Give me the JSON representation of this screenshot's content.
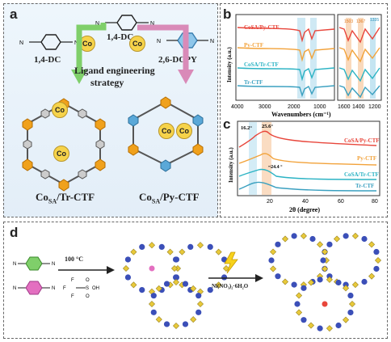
{
  "panel_a": {
    "label": "a",
    "ligand_top": "1,4-DC",
    "ligand_left": "1,4-DC",
    "ligand_right": "2,6-DCPY",
    "metal": "Co",
    "strategy_line1": "Ligand engineering",
    "strategy_line2": "strategy",
    "product_left": "Co",
    "product_left_sub": "SA",
    "product_left_rest": "/Tr-CTF",
    "product_right": "Co",
    "product_right_sub": "SA",
    "product_right_rest": "/Py-CTF"
  },
  "panel_b": {
    "label": "b",
    "series": [
      "CoSA/Py-CTF",
      "Py-CTF",
      "CoSA/Tr-CTF",
      "Tr-CTF"
    ],
    "series_colors": [
      "#e8463b",
      "#f2a23a",
      "#2bb3c4",
      "#3aa0c0"
    ],
    "xlabel": "Wavenumbers (cm⁻¹)",
    "ylabel": "Intensity (a.u.)",
    "x_ticks": [
      "4000",
      "3000",
      "2000",
      "1000"
    ],
    "inset_ticks": [
      "1600",
      "1400",
      "1200"
    ],
    "inset_labels": [
      "1503",
      "1367",
      "1335"
    ]
  },
  "panel_c": {
    "label": "c",
    "series": [
      "CoSA/Py-CTF",
      "Py-CTF",
      "CoSA/Tr-CTF",
      "Tr-CTF"
    ],
    "series_colors": [
      "#e8463b",
      "#f2a23a",
      "#2bb3c4",
      "#3aa0c0"
    ],
    "xlabel": "2θ (degree)",
    "ylabel": "Intensity (a.u.)",
    "x_ticks": [
      "20",
      "40",
      "60",
      "80"
    ],
    "peak1": "16.2°",
    "peak2": "25.6°",
    "peak3": "~24.4 °"
  },
  "panel_d": {
    "label": "d",
    "temp": "100 °C",
    "reagent": "Ni(NO₃)₂·6H₂O",
    "acid_label": "OH"
  },
  "colors": {
    "pyrimidine": "#f0a11c",
    "pyridine": "#5aa8d8",
    "metal": "#f6d34a",
    "sphere": "#3b4fb8"
  }
}
